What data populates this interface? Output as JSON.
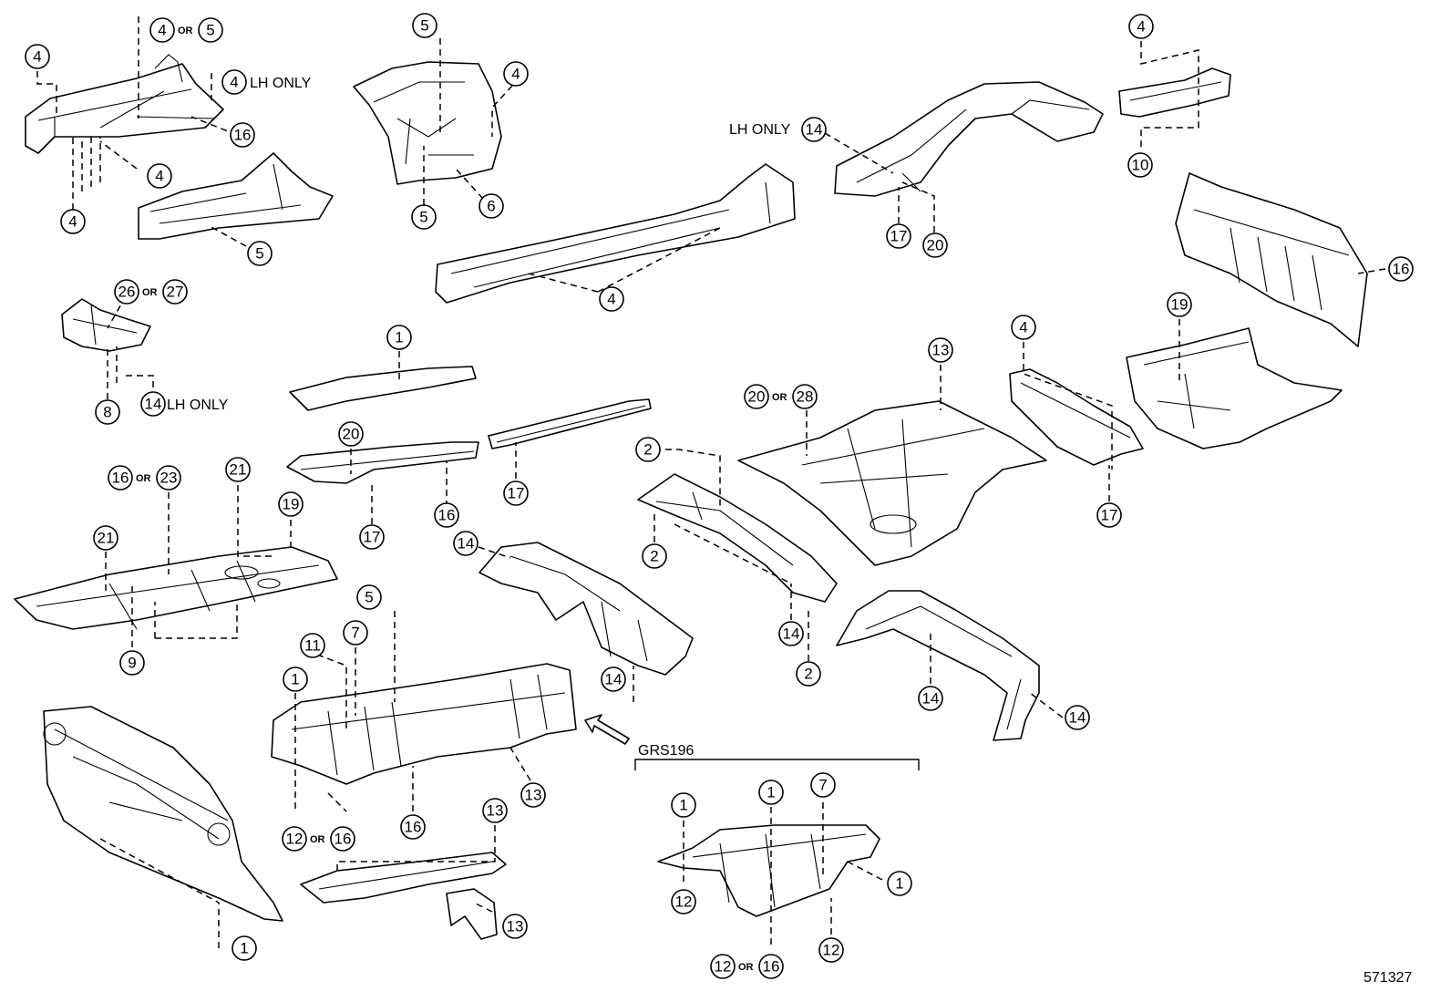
{
  "diagram_number": "571327",
  "variant_label": "GRS196",
  "lh_only": "LH ONLY",
  "or_word": "OR",
  "callouts": {
    "c01": "4",
    "c02": "4",
    "c03": "5",
    "c04": "4",
    "c05": "16",
    "c06": "4",
    "c07": "4",
    "c08": "5",
    "c09": "5",
    "c10": "4",
    "c11": "5",
    "c12": "6",
    "c13": "14",
    "c14": "17",
    "c15": "20",
    "c16": "4",
    "c17": "10",
    "c18": "16",
    "c19": "4",
    "c20": "26",
    "c21": "27",
    "c22": "8",
    "c23": "14",
    "c24": "1",
    "c25": "20",
    "c26": "17",
    "c27": "16",
    "c28": "17",
    "c29": "16",
    "c30": "23",
    "c31": "21",
    "c32": "21",
    "c33": "19",
    "c34": "9",
    "c35": "2",
    "c36": "2",
    "c37": "14",
    "c38": "2",
    "c39": "13",
    "c40": "20",
    "c41": "28",
    "c42": "4",
    "c43": "17",
    "c44": "19",
    "c45": "14",
    "c46": "14",
    "c47": "14",
    "c48": "14",
    "c49": "5",
    "c50": "7",
    "c51": "11",
    "c52": "1",
    "c53": "12",
    "c54": "16",
    "c55": "16",
    "c56": "13",
    "c57": "13",
    "c58": "13",
    "c59": "1",
    "c60": "1",
    "c61": "1",
    "c62": "7",
    "c63": "12",
    "c64": "1",
    "c65": "12",
    "c66": "12",
    "c67": "16"
  }
}
